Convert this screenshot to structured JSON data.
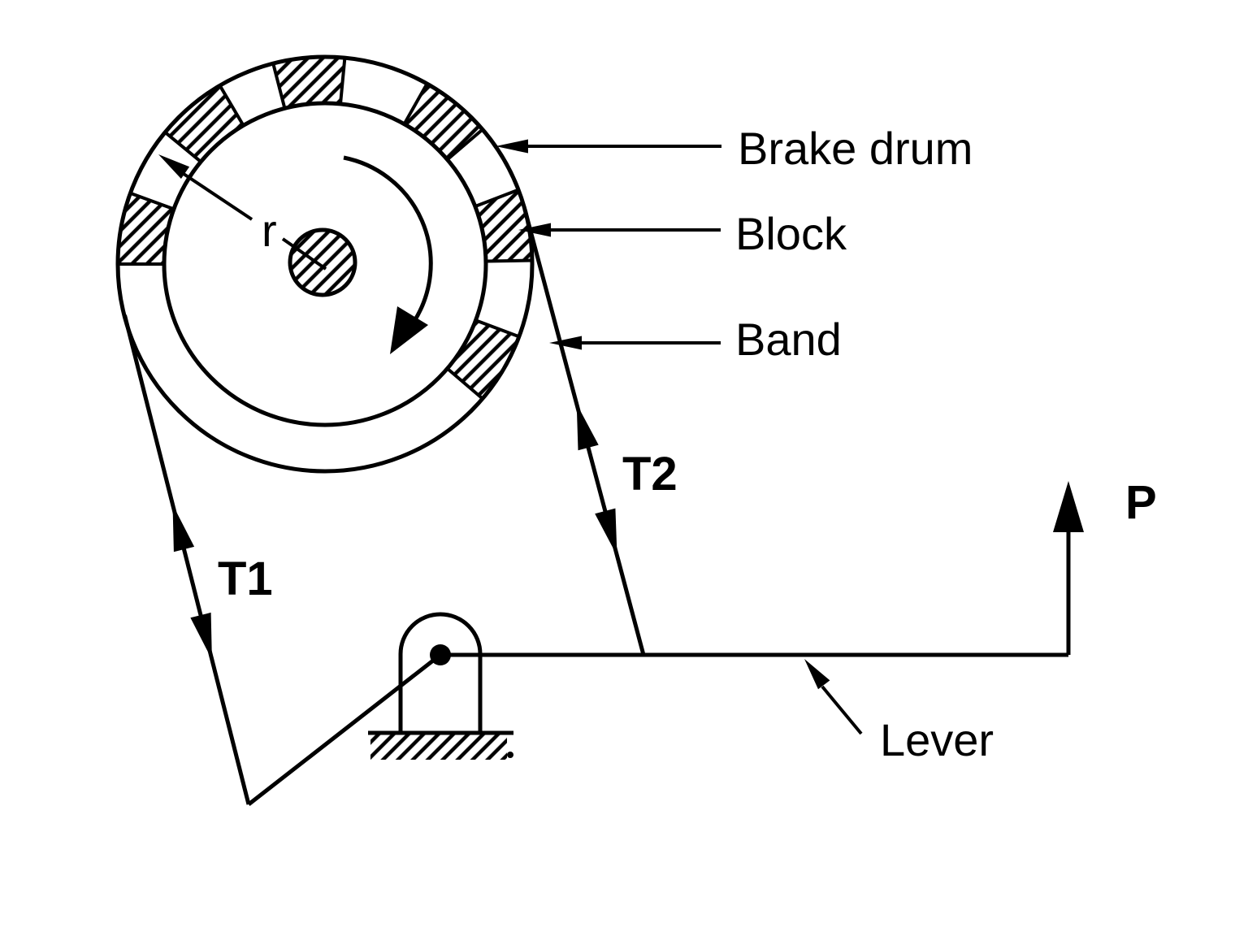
{
  "diagram": {
    "title": "Band brake mechanism diagram",
    "background_color": "#ffffff",
    "line_color": "#000000",
    "callouts": {
      "brake_drum": "Brake drum",
      "block": "Block",
      "band": "Band",
      "lever": "Lever"
    },
    "forces": {
      "t1": "T1",
      "t2": "T2",
      "p": "P"
    },
    "dimensions": {
      "radius": "r"
    },
    "rotation": "clockwise"
  }
}
